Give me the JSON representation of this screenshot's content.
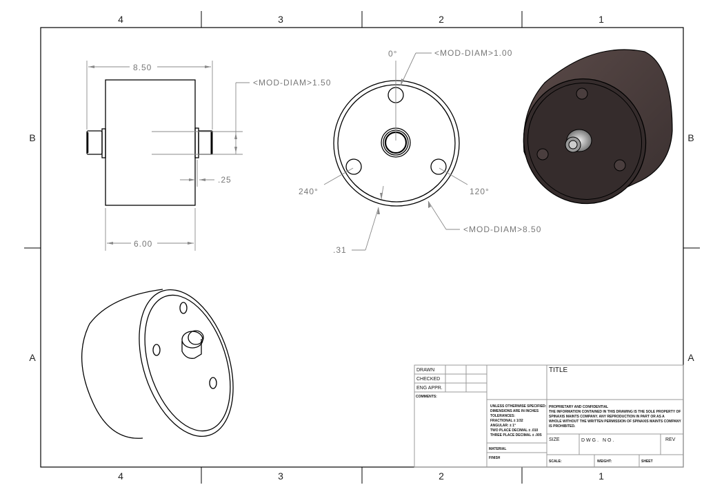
{
  "sheet": {
    "zones_top": [
      "4",
      "3",
      "2",
      "1"
    ],
    "zones_bottom": [
      "4",
      "3",
      "2",
      "1"
    ],
    "rows_left": [
      "B",
      "A"
    ],
    "rows_right": [
      "B",
      "A"
    ]
  },
  "front_view": {
    "overall_length": "8.50",
    "body_length": "6.00",
    "shaft_diameter": "<MOD-DIAM>1.50",
    "flange_thickness": ".25"
  },
  "top_view": {
    "angle_0": "0°",
    "angle_120": "120°",
    "angle_240": "240°",
    "hole_diameter": "<MOD-DIAM>1.00",
    "outer_diameter": "<MOD-DIAM>8.50",
    "rim_width": ".31"
  },
  "colors": {
    "shaded_body": "#3a3030",
    "dimension": "#888888"
  },
  "title_block": {
    "drawn": "DRAWN",
    "checked": "CHECKED",
    "eng_appr": "ENG APPR.",
    "comments": "COMMENTS:",
    "tolerances": [
      "UNLESS OTHERWISE SPECIFIED:",
      "DIMENSIONS ARE IN INCHES",
      "TOLERANCES:",
      "FRACTIONAL ± 1/32",
      "ANGULAR: ± 1°",
      "TWO PLACE DECIMAL ± .010",
      "THREE PLACE DECIMAL ± .005"
    ],
    "material": "MATERIAL",
    "finish": "FINISH",
    "title": "TITLE",
    "proprietary": [
      "PROPRIETARY AND CONFIDENTIAL",
      "THE INFORMATION CONTAINED IN THIS DRAWING IS THE SOLE PROPERTY OF",
      "SPINAXIS MAINTS COMPANY. ANY REPRODUCTION IN PART OR AS A",
      "WHOLE WITHOUT THE WRITTEN PERMISSION OF SPINAXIS MAINTS COMPANY",
      "IS PROHIBITED."
    ],
    "size": "SIZE",
    "dwg_no": "DWG. NO.",
    "rev": "REV",
    "scale": "SCALE:",
    "weight": "WEIGHT:",
    "sheet": "SHEET"
  }
}
